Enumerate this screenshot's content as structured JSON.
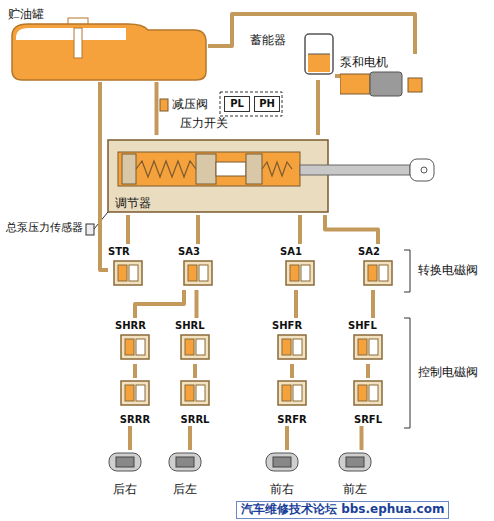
{
  "diagram": {
    "nodes": [
      {
        "text": [
          "贮油罐"
        ]
      },
      {
        "text": [
          "蓄能器"
        ]
      },
      {
        "text": [
          "泵和电机"
        ]
      },
      {
        "text": [
          "PL"
        ]
      },
      {
        "text": [
          "PH"
        ]
      },
      {
        "text": [
          "调节器"
        ]
      },
      {
        "text": [
          "STR"
        ]
      },
      {
        "text": [
          "SA3"
        ]
      },
      {
        "text": [
          "SA1"
        ]
      },
      {
        "text": [
          "SA2"
        ]
      },
      {
        "text": [
          "SHRR"
        ]
      },
      {
        "text": [
          "SHRL"
        ]
      },
      {
        "text": [
          "SHFR"
        ]
      },
      {
        "text": [
          "SHFL"
        ]
      },
      {
        "text": [
          "SRRR"
        ]
      },
      {
        "text": [
          "SRRL"
        ]
      },
      {
        "text": [
          "SRFR"
        ]
      },
      {
        "text": [
          "SRFL"
        ]
      },
      {
        "text": [
          "后右"
        ]
      },
      {
        "text": [
          "后左"
        ]
      },
      {
        "text": [
          "前右"
        ]
      },
      {
        "text": [
          "前左"
        ]
      }
    ],
    "edges": [
      {
        "from": 0,
        "to": 2,
        "arrow": "none"
      },
      {
        "from": 2,
        "to": 1,
        "arrow": "none"
      },
      {
        "from": 1,
        "to": 5,
        "arrow": "none"
      },
      {
        "from": 0,
        "to": 5,
        "arrow": "none"
      },
      {
        "from": 5,
        "to": 6,
        "arrow": "none"
      },
      {
        "from": 5,
        "to": 7,
        "arrow": "none"
      },
      {
        "from": 5,
        "to": 8,
        "arrow": "none"
      },
      {
        "from": 5,
        "to": 9,
        "arrow": "none"
      },
      {
        "from": 6,
        "to": 0,
        "arrow": "none"
      },
      {
        "from": 7,
        "to": 10,
        "arrow": "none"
      },
      {
        "from": 7,
        "to": 11,
        "arrow": "none"
      },
      {
        "from": 8,
        "to": 12,
        "arrow": "none"
      },
      {
        "from": 9,
        "to": 13,
        "arrow": "none"
      },
      {
        "from": 10,
        "to": 14,
        "arrow": "none"
      },
      {
        "from": 11,
        "to": 15,
        "arrow": "none"
      },
      {
        "from": 12,
        "to": 16,
        "arrow": "none"
      },
      {
        "from": 13,
        "to": 17,
        "arrow": "none"
      },
      {
        "from": 14,
        "to": 18,
        "arrow": "none"
      },
      {
        "from": 15,
        "to": 19,
        "arrow": "none"
      },
      {
        "from": 16,
        "to": 20,
        "arrow": "none"
      },
      {
        "from": 17,
        "to": 21,
        "arrow": "none"
      }
    ],
    "labels": [
      "减压阀",
      "压力开关",
      "总泵压力传感器",
      "转换电磁阀",
      "控制电磁阀",
      "汽车维修技术论坛 bbs.ephua.com"
    ]
  }
}
